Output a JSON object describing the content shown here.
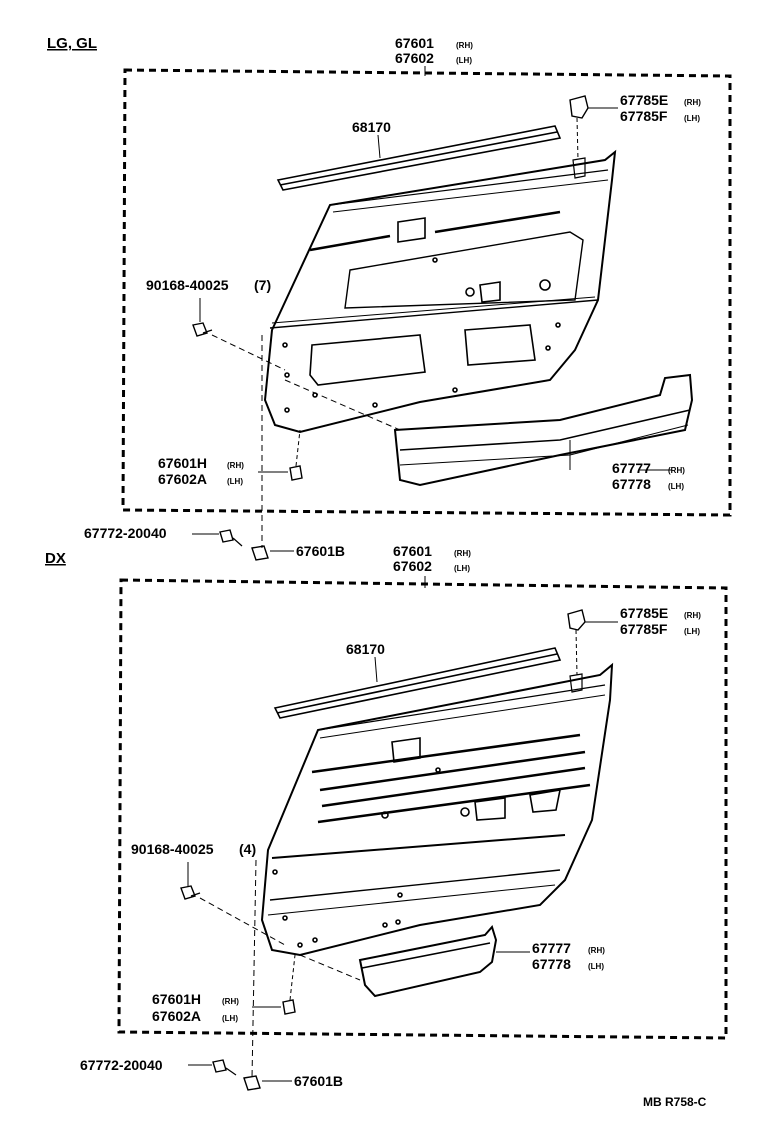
{
  "sections": [
    {
      "title": "LG, GL",
      "panel_rh": "67601",
      "panel_lh": "67602",
      "weatherstrip": "68170",
      "cover_rh": "67785E",
      "cover_lh": "67785F",
      "screw": "90168-40025",
      "screw_qty": "(7)",
      "clip_rh": "67601H",
      "clip_lh": "67602A",
      "pocket_rh": "67777",
      "pocket_lh": "67778",
      "bolt": "67772-20040",
      "retainer": "67601B"
    },
    {
      "title": "DX",
      "panel_rh": "67601",
      "panel_lh": "67602",
      "weatherstrip": "68170",
      "cover_rh": "67785E",
      "cover_lh": "67785F",
      "screw": "90168-40025",
      "screw_qty": "(4)",
      "clip_rh": "67601H",
      "clip_lh": "67602A",
      "pocket_rh": "67777",
      "pocket_lh": "67778",
      "bolt": "67772-20040",
      "retainer": "67601B"
    }
  ],
  "suffix_rh": "(RH)",
  "suffix_lh": "(LH)",
  "figure_code": "MB R758-C"
}
